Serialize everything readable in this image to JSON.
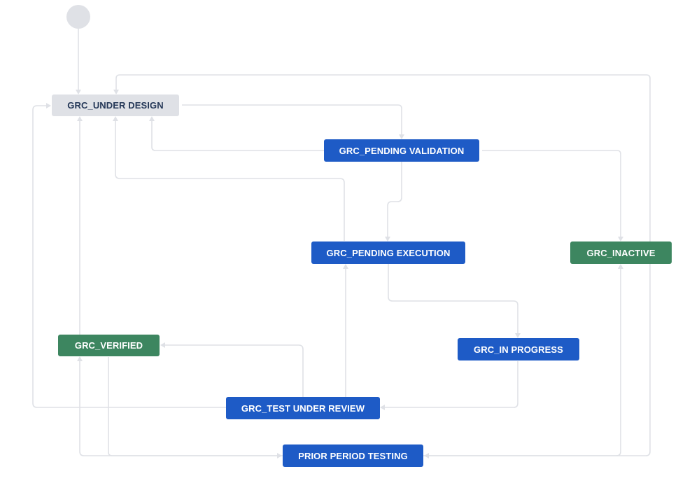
{
  "colors": {
    "todo_bg": "#dfe1e6",
    "todo_text": "#253858",
    "in_progress_bg": "#1e5bc6",
    "done_bg": "#3d8660",
    "connector": "#dfe1e6"
  },
  "statuses": {
    "under_design": "GRC_UNDER DESIGN",
    "pending_validation": "GRC_PENDING VALIDATION",
    "pending_execution": "GRC_PENDING EXECUTION",
    "inactive": "GRC_INACTIVE",
    "verified": "GRC_VERIFIED",
    "in_progress": "GRC_IN PROGRESS",
    "test_under_review": "GRC_TEST UNDER REVIEW",
    "prior_period_testing": "PRIOR PERIOD TESTING"
  },
  "transitions": [
    {
      "from": "start",
      "to": "under_design"
    },
    {
      "from": "under_design",
      "to": "pending_validation"
    },
    {
      "from": "pending_validation",
      "to": "under_design"
    },
    {
      "from": "pending_validation",
      "to": "pending_execution"
    },
    {
      "from": "pending_validation",
      "to": "inactive"
    },
    {
      "from": "pending_execution",
      "to": "under_design"
    },
    {
      "from": "pending_execution",
      "to": "in_progress"
    },
    {
      "from": "in_progress",
      "to": "test_under_review"
    },
    {
      "from": "test_under_review",
      "to": "verified"
    },
    {
      "from": "test_under_review",
      "to": "pending_execution"
    },
    {
      "from": "test_under_review",
      "to": "under_design"
    },
    {
      "from": "verified",
      "to": "under_design"
    },
    {
      "from": "verified",
      "to": "prior_period_testing"
    },
    {
      "from": "prior_period_testing",
      "to": "verified"
    },
    {
      "from": "prior_period_testing",
      "to": "inactive"
    },
    {
      "from": "inactive",
      "to": "under_design"
    },
    {
      "from": "inactive",
      "to": "prior_period_testing"
    }
  ]
}
